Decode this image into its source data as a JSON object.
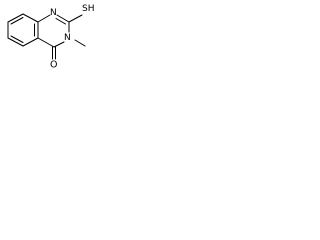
{
  "molecule": {
    "atoms": {
      "n1": "N",
      "sh": "SH",
      "n3": "N",
      "o": "O"
    }
  }
}
